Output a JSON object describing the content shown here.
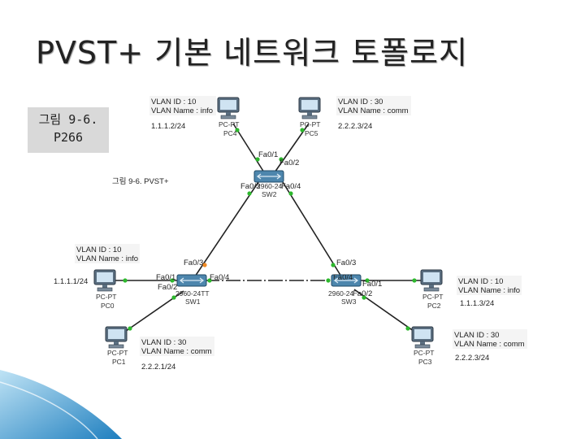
{
  "title": "PVST+ 기본 네트워크 토폴로지",
  "caption": {
    "line1": "그림 9-6.",
    "line2": "P266"
  },
  "figure_label": "그림 9-6. PVST+",
  "switches": [
    {
      "id": "sw2",
      "name": "SW2",
      "model": "2960-24"
    },
    {
      "id": "sw1",
      "name": "SW1",
      "model": "2960-24TT"
    },
    {
      "id": "sw3",
      "name": "SW3",
      "model": "2960-24"
    }
  ],
  "pcs": [
    {
      "id": "pc4",
      "name": "PC4",
      "type": "PC-PT",
      "ip": "1.1.1.2/24",
      "vlan_id": "VLAN ID : 10",
      "vlan_name": "VLAN Name : info"
    },
    {
      "id": "pc5",
      "name": "PC5",
      "type": "PC-PT",
      "ip": "2.2.2.3/24",
      "vlan_id": "VLAN ID : 30",
      "vlan_name": "VLAN Name : comm"
    },
    {
      "id": "pc0",
      "name": "PC0",
      "type": "PC-PT",
      "ip": "1.1.1.1/24",
      "vlan_id": "VLAN ID : 10",
      "vlan_name": "VLAN Name : info"
    },
    {
      "id": "pc1",
      "name": "PC1",
      "type": "PC-PT",
      "ip": "2.2.2.1/24",
      "vlan_id": "VLAN ID : 30",
      "vlan_name": "VLAN Name : comm"
    },
    {
      "id": "pc2",
      "name": "PC2",
      "type": "PC-PT",
      "ip": "1.1.1.3/24",
      "vlan_id": "VLAN ID : 10",
      "vlan_name": "VLAN Name : info"
    },
    {
      "id": "pc3",
      "name": "PC3",
      "type": "PC-PT",
      "ip": "2.2.2.3/24",
      "vlan_id": "VLAN ID : 30",
      "vlan_name": "VLAN Name : comm"
    }
  ],
  "ports": {
    "sw2_fa01": "Fa0/1",
    "sw2_fa02": "Fa0/2",
    "sw2_fa03": "Fa0/3",
    "sw2_fa04": "Fa0/4",
    "sw1_fa03": "Fa0/3",
    "sw1_fa01": "Fa0/1",
    "sw1_fa02": "Fa0/2",
    "sw1_fa04": "Fa0/4",
    "sw3_fa03": "Fa0/3",
    "sw3_fa04": "Fa0/4",
    "sw3_fa01": "Fa0/1",
    "sw3_fa02": "Fa0/2"
  },
  "colors": {
    "link": "#222222",
    "port_up": "#2db82d",
    "port_blocked": "#f08a24",
    "accent_wave": "#2a86c7"
  }
}
